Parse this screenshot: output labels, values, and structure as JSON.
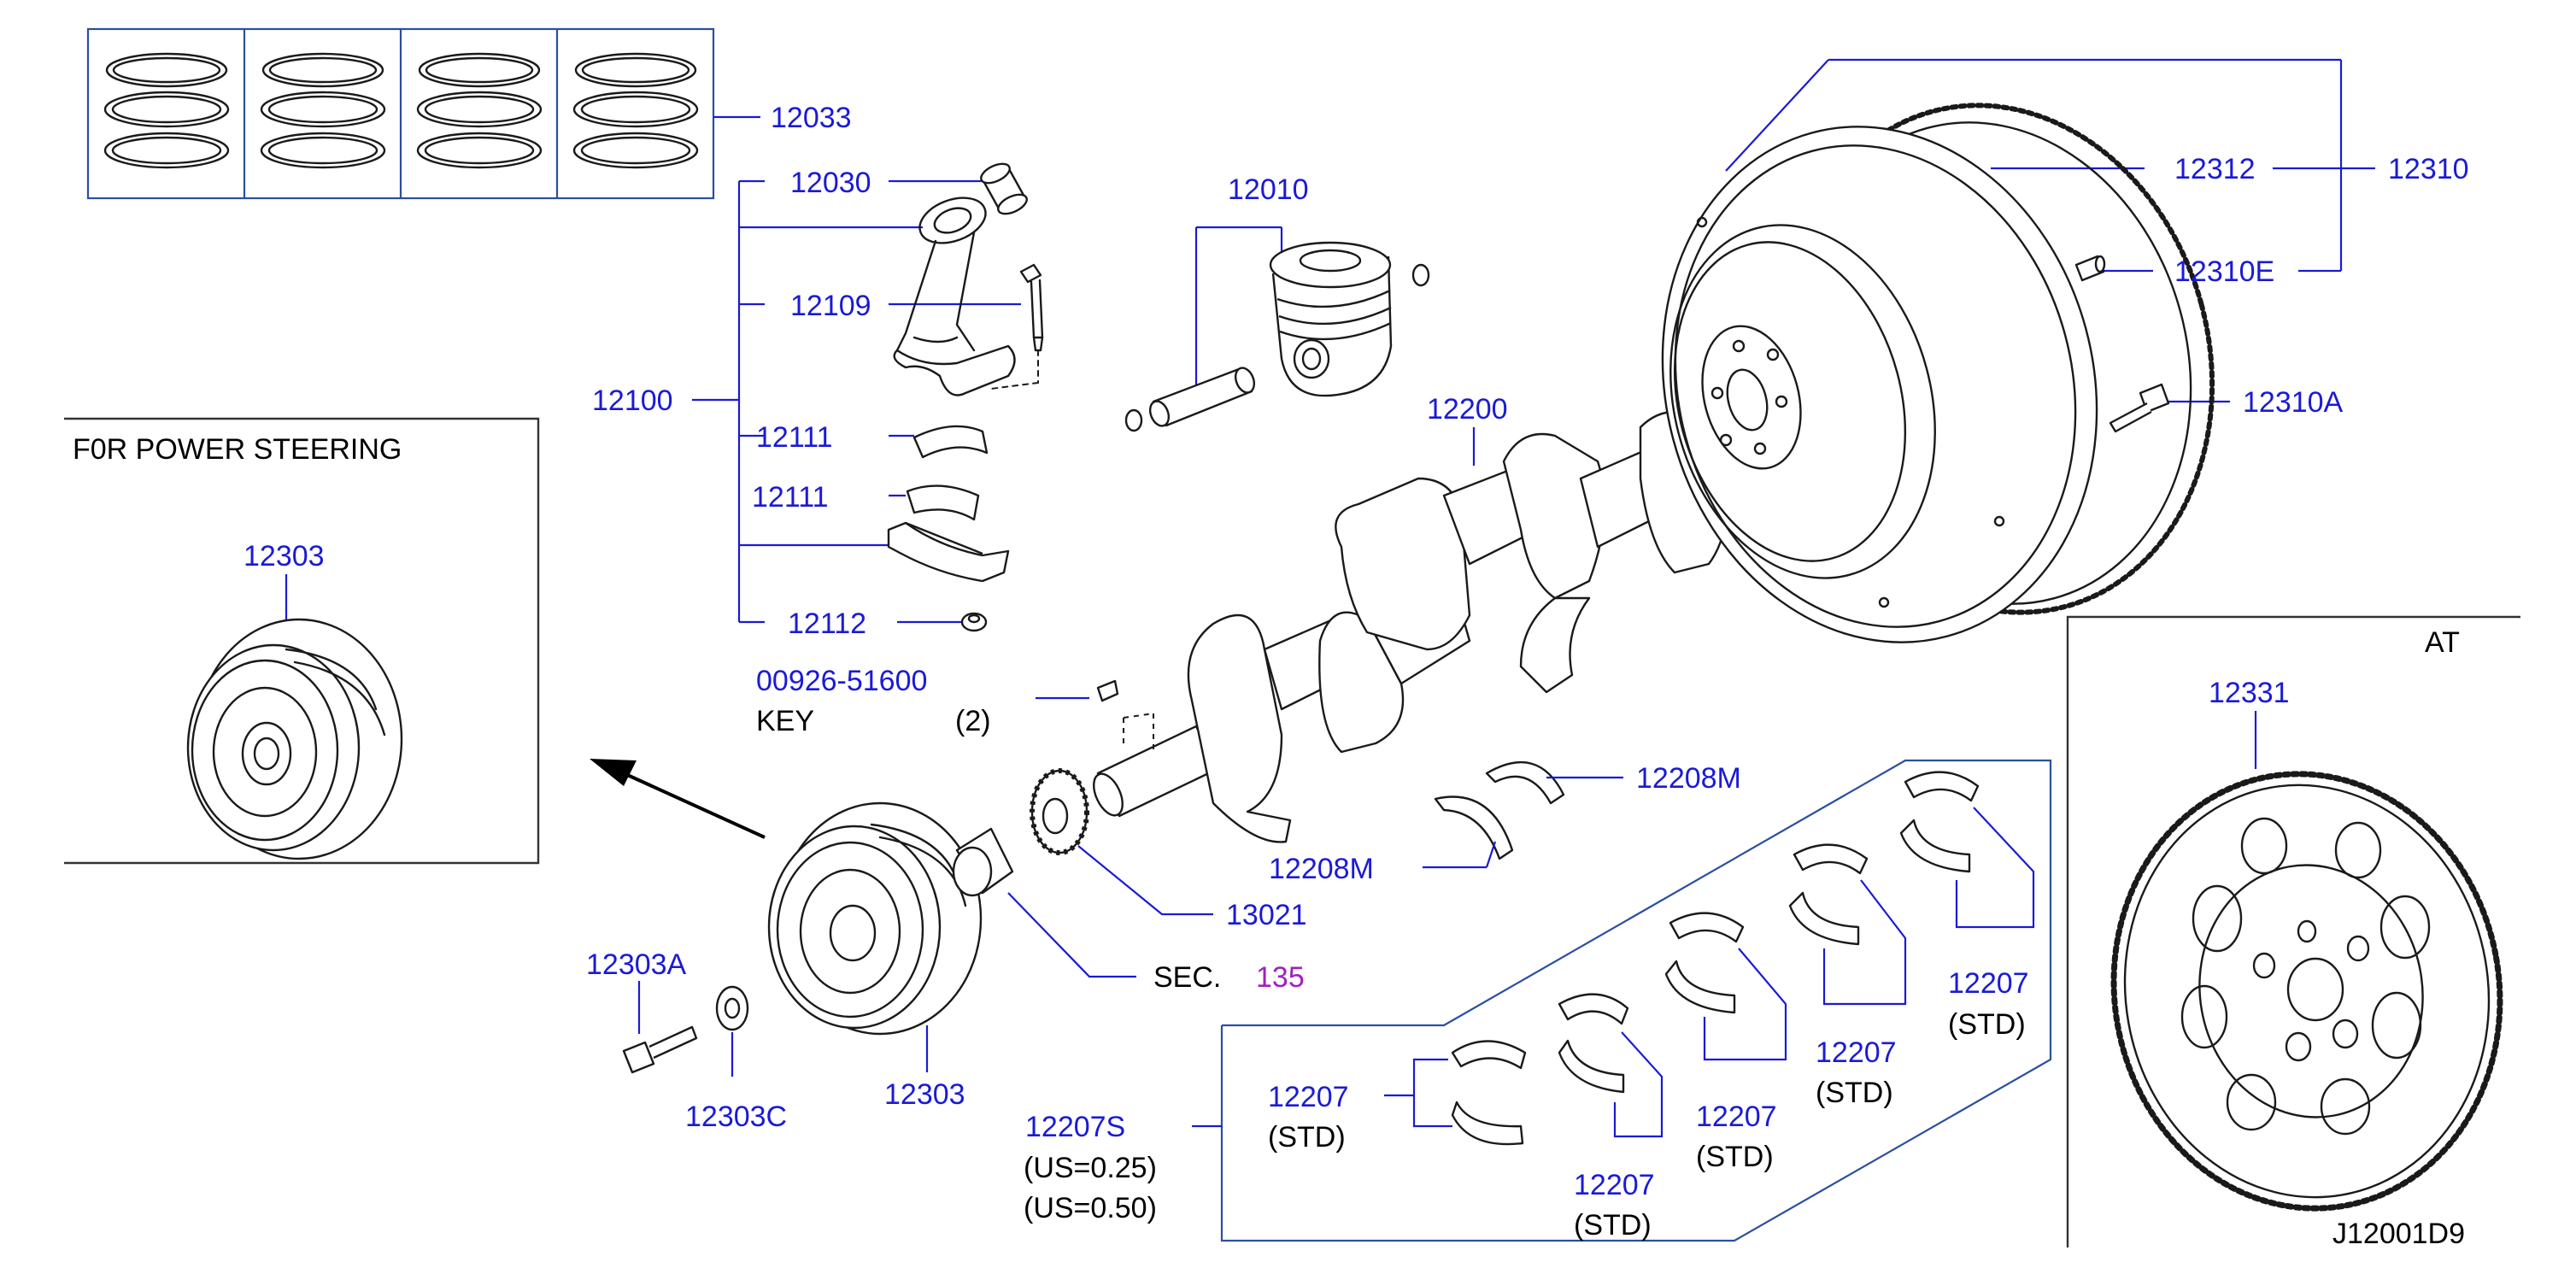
{
  "labels": {
    "l12033": "12033",
    "l12030": "12030",
    "l12010": "12010",
    "l12109": "12109",
    "l12100": "12100",
    "l12111a": "12111",
    "l12111b": "12111",
    "l12112": "12112",
    "l00926": "00926-51600",
    "lkey": "KEY",
    "lkeyqty": "(2)",
    "l12200": "12200",
    "l12312": "12312",
    "l12310": "12310",
    "l12310e": "12310E",
    "l12310a": "12310A",
    "lfor": "F0R   POWER   STEERING",
    "l12303inset": "12303",
    "lat": "AT",
    "l12331": "12331",
    "l12208ma": "12208M",
    "l12208mb": "12208M",
    "l13021": "13021",
    "lsec": "SEC.",
    "lsecnum": "135",
    "l12303a": "12303A",
    "l12303c": "12303C",
    "l12303": "12303",
    "l12207s": "12207S",
    "lus025": "(US=0.25)",
    "lus050": "(US=0.50)",
    "l12207_1": "12207",
    "lstd_1": "(STD)",
    "l12207_2": "12207",
    "lstd_2": "(STD)",
    "l12207_3": "12207",
    "lstd_3": "(STD)",
    "l12207_4": "12207",
    "lstd_4": "(STD)",
    "l12207_5": "12207",
    "lstd_5": "(STD)",
    "ldiagram": "J12001D9"
  },
  "colors": {
    "part_number": "#1a1ad6",
    "text": "#000000",
    "section_ref": "#a020c0",
    "line_art": "#1a1a1a"
  }
}
